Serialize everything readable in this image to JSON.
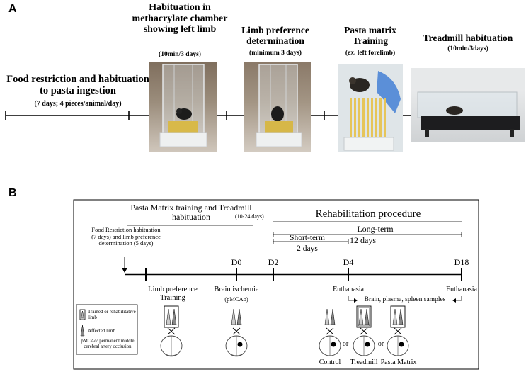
{
  "panel_a": {
    "letter": "A",
    "stages": [
      {
        "title": "Food restriction and habituation to pasta ingestion",
        "detail": "(7 days; 4 pieces/animal/day)"
      },
      {
        "title": "Habituation in methacrylate chamber showing left limb",
        "detail": "(10min/3 days)"
      },
      {
        "title": "Limb preference determination",
        "detail": "(minimum 3 days)"
      },
      {
        "title": "Pasta matrix Training",
        "detail": "(ex. left forelimb)"
      },
      {
        "title": "Treadmill habituation",
        "detail": "(10min/3days)"
      }
    ]
  },
  "panel_b": {
    "letter": "B",
    "pasta_training": {
      "title": "Pasta Matrix training and Treadmill habituation",
      "detail": "(10-24 days)"
    },
    "rehab_title": "Rehabilitation procedure",
    "long_term": {
      "label": "Long-term",
      "days": "12 days"
    },
    "short_term": {
      "label": "Short-term",
      "days": "2 days"
    },
    "food_note": "Food Restriction habituation (7 days) and limb preference determination (5 days)",
    "day_labels": [
      "D0",
      "D2",
      "D4",
      "D18"
    ],
    "events": {
      "limb_pref": "Limb preference Training",
      "ischemia": "Brain ischemia",
      "ischemia_abbr": "(pMCAo)",
      "euth1": "Euthanasia",
      "euth2": "Euthanasia",
      "samples": "Brain, plasma, spleen samples"
    },
    "legend": {
      "trained": "Trained or rehabilitative limb",
      "affected": "Affected limb",
      "pmcao": "pMCAo: permanent middle cerebral artery occlusion"
    },
    "groups": [
      "Control",
      "Treadmill",
      "Pasta Matrix"
    ],
    "or": "or"
  }
}
